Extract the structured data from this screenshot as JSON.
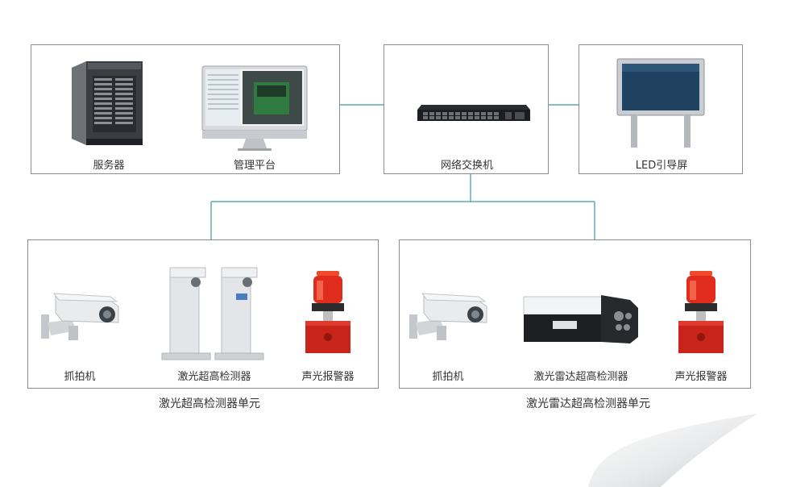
{
  "top": {
    "server_label": "服务器",
    "platform_label": "管理平台",
    "switch_label": "网络交换机",
    "led_label": "LED引导屏"
  },
  "unit_left": {
    "camera_label": "抓拍机",
    "detector_label": "激光超高检测器",
    "alarm_label": "声光报警器",
    "caption": "激光超高检测器单元"
  },
  "unit_right": {
    "camera_label": "抓拍机",
    "detector_label": "激光雷达超高检测器",
    "alarm_label": "声光报警器",
    "caption": "激光雷达超高检测器单元"
  },
  "colors": {
    "wire_teal": "#3a9a9a",
    "wire_dark": "#333333",
    "border": "#8c8c8c",
    "alarm_red": "#d0261c"
  },
  "icons": [
    "server-icon",
    "monitor-icon",
    "switch-icon",
    "led-screen-icon",
    "camera-icon",
    "laser-detector-icon",
    "radar-detector-icon",
    "alarm-icon"
  ]
}
